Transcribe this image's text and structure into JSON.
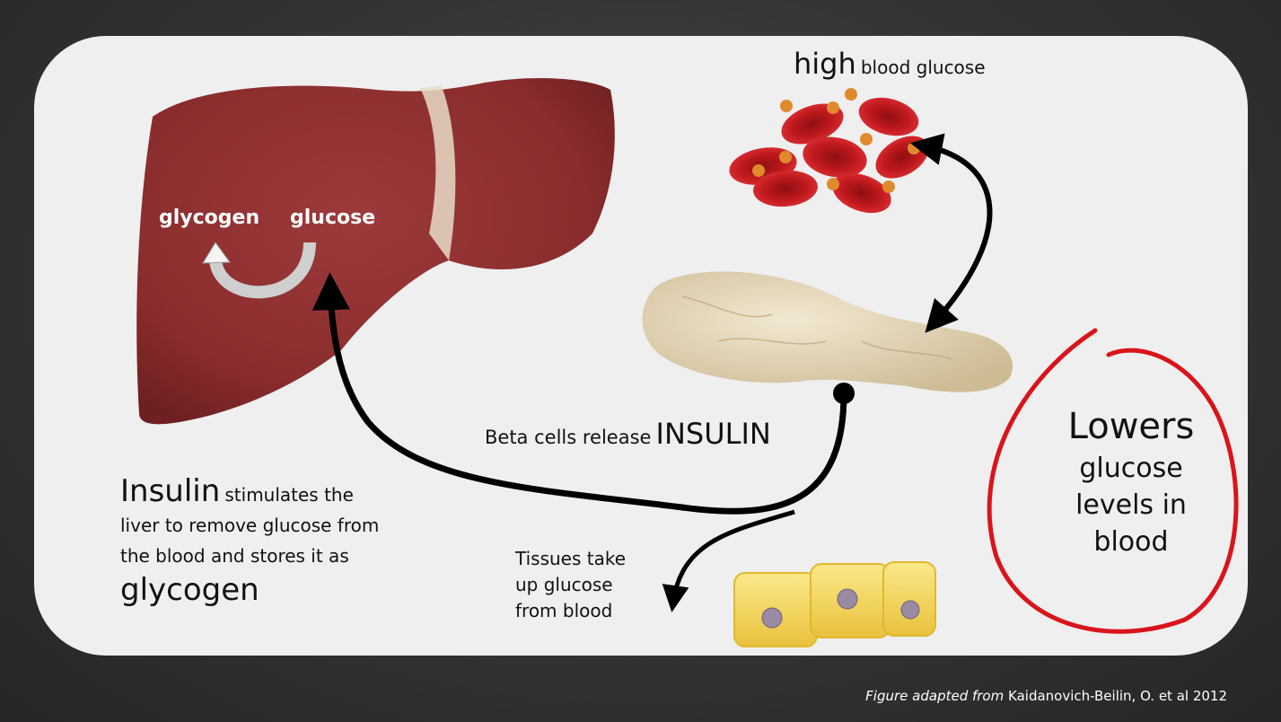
{
  "colors": {
    "board": "#333333",
    "card": "#efefef",
    "liver": "#8f2f30",
    "pancreas": "#e3d5b7",
    "rbc": "#c81e22",
    "glucose_dot": "#e08a2e",
    "tissue": "#f4d85a",
    "nucleus": "#9a8aa3",
    "highlight_circle": "#d9141b",
    "arrow": "#000000"
  },
  "labels": {
    "high_big": "high",
    "high_rest": "blood glucose",
    "glycogen_in_liver": "glycogen",
    "glucose_in_liver": "glucose",
    "beta_small": "Beta cells release",
    "beta_big": "INSULIN",
    "insulin_big": "Insulin",
    "insulin_line1": "stimulates the",
    "insulin_line2": "liver to remove glucose from",
    "insulin_line3": "the blood and stores it as",
    "insulin_glycogen": "glycogen",
    "tissues_line1": "Tissues take",
    "tissues_line2": "up glucose",
    "tissues_line3": "from blood",
    "lowers_line1": "Lowers",
    "lowers_line2": "glucose",
    "lowers_line3": "levels in",
    "lowers_line4": "blood",
    "caption_italic": "Figure adapted from",
    "caption_rest": "Kaidanovich-Beilin, O. et al  2012"
  },
  "icons": [
    "liver-illustration",
    "red-blood-cells",
    "pancreas-illustration",
    "tissue-cells",
    "curved-arrow-icon"
  ]
}
